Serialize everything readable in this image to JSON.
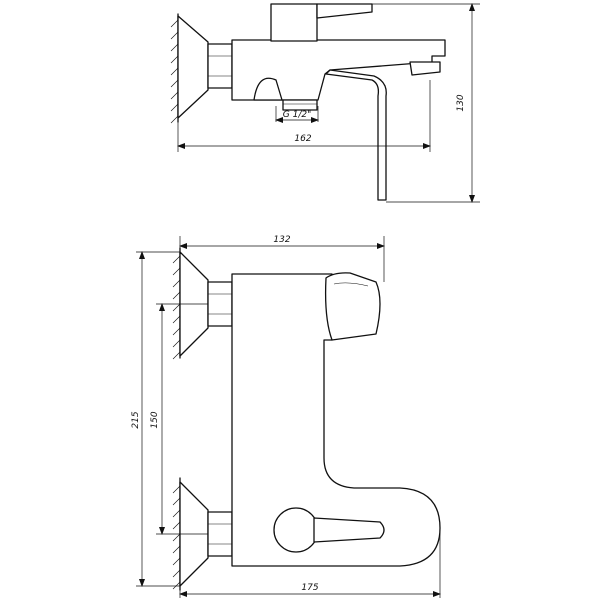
{
  "dimensions": {
    "side_thread": "G 1/2\"",
    "side_length": "162",
    "side_height": "130",
    "front_top_width": "132",
    "front_height_total": "215",
    "front_height_centers": "150",
    "front_bottom_width": "175"
  }
}
